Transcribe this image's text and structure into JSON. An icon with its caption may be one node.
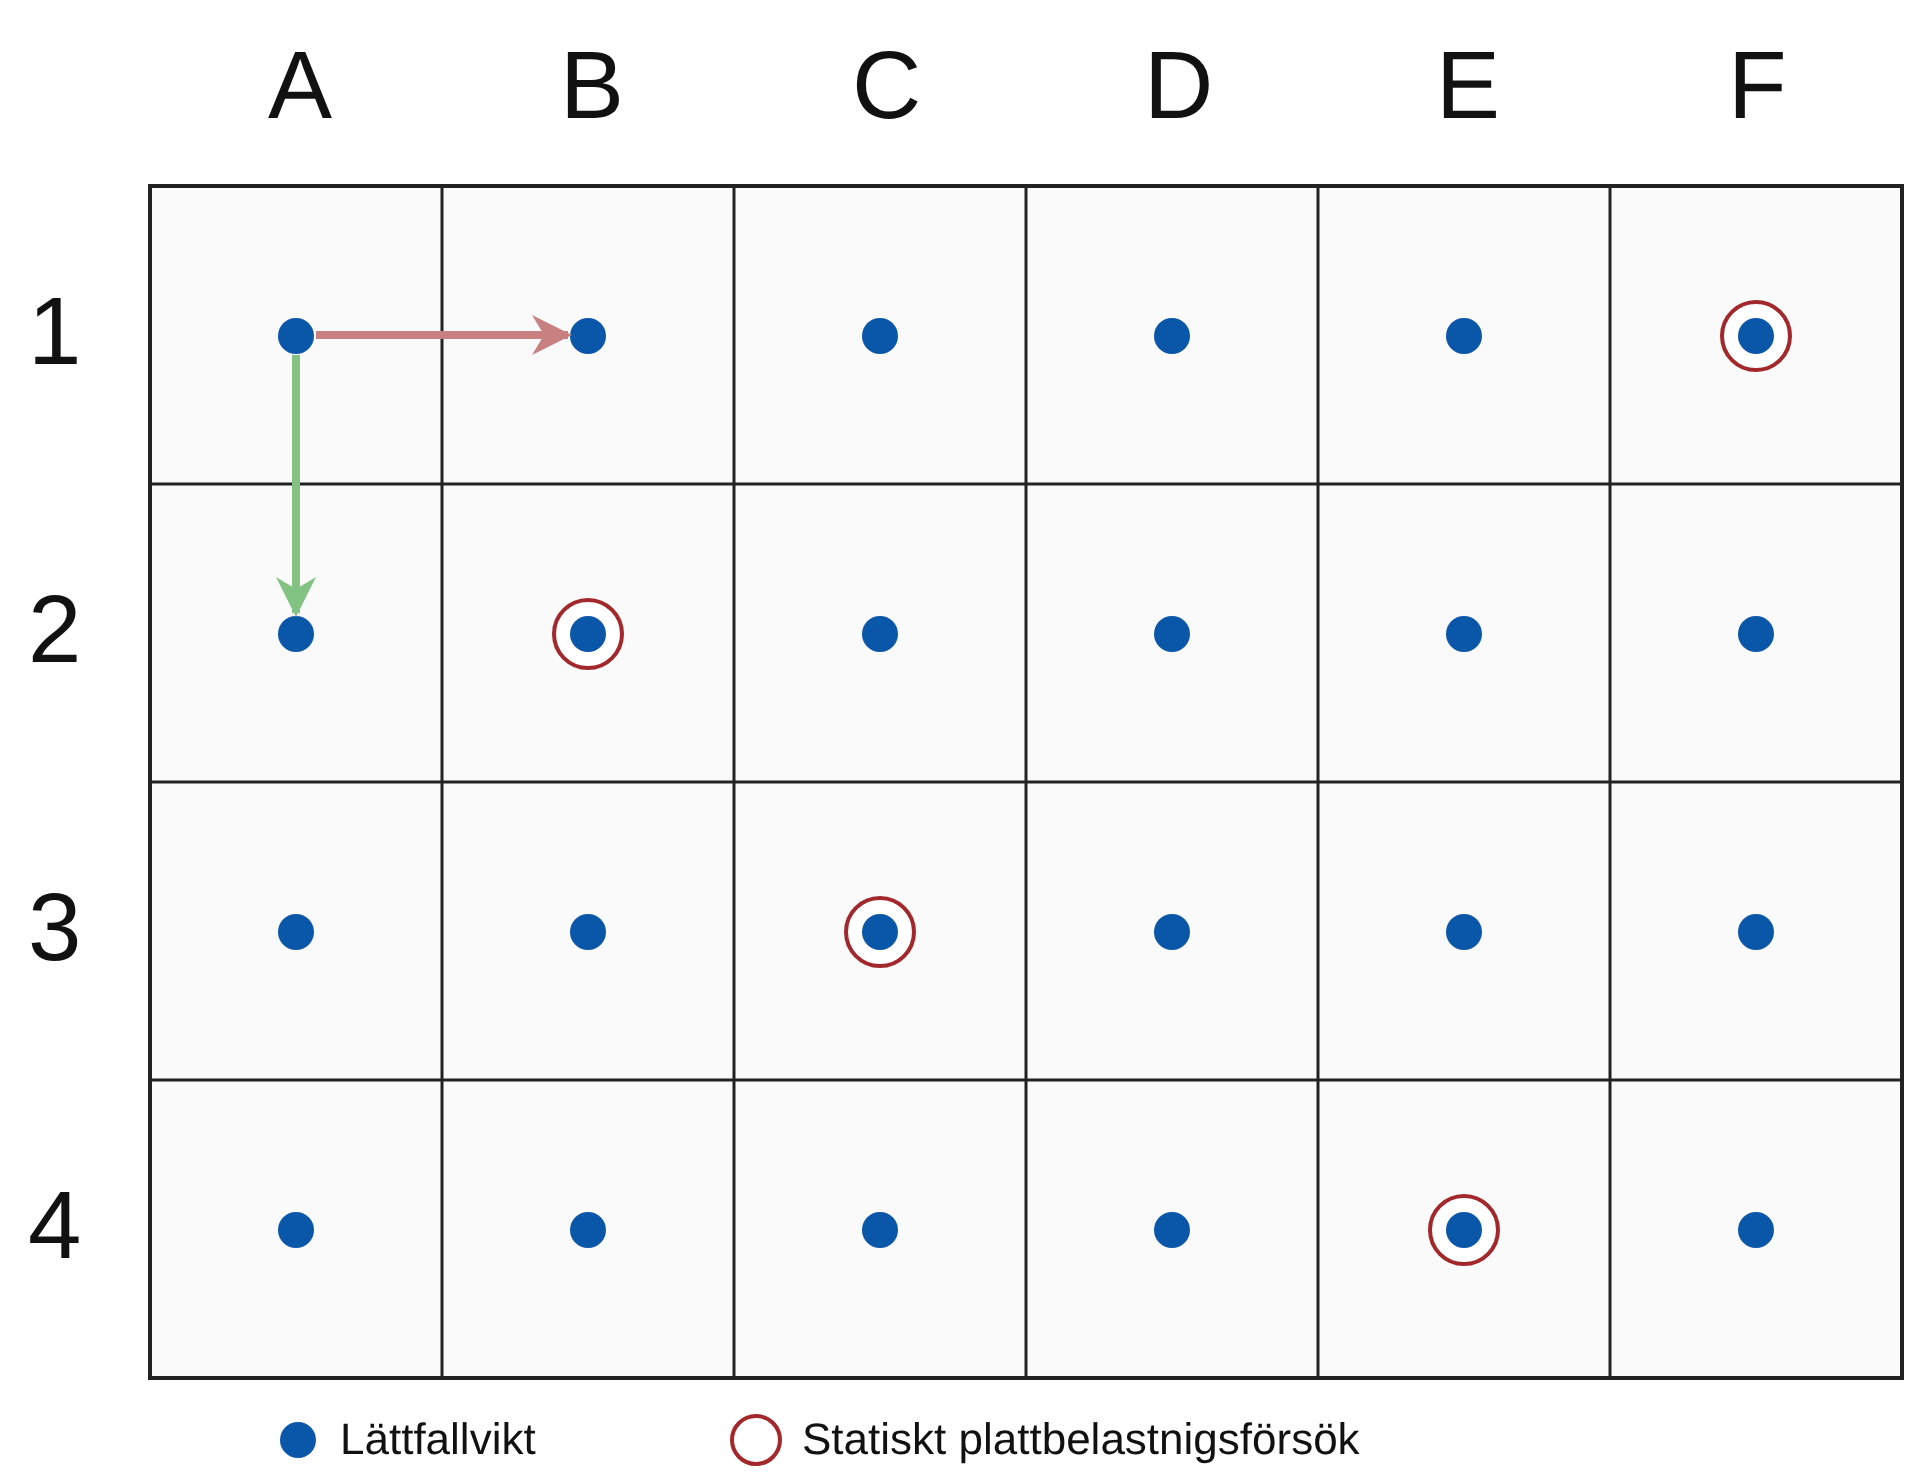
{
  "diagram": {
    "nodes": [
      {
        "text": [],
        "shape": "circle"
      },
      {
        "text": [],
        "shape": "circle"
      },
      {
        "text": [],
        "shape": "circle"
      },
      {
        "text": [],
        "shape": "circle"
      },
      {
        "text": [],
        "shape": "circle"
      },
      {
        "text": [],
        "shape": "circle"
      },
      {
        "text": [],
        "shape": "circle",
        "in": 5
      },
      {
        "text": [],
        "shape": "circle"
      },
      {
        "text": [],
        "shape": "circle"
      },
      {
        "text": [],
        "shape": "circle",
        "in": 8
      },
      {
        "text": [],
        "shape": "circle"
      },
      {
        "text": [],
        "shape": "circle"
      },
      {
        "text": [],
        "shape": "circle"
      },
      {
        "text": [],
        "shape": "circle"
      },
      {
        "text": [],
        "shape": "circle"
      },
      {
        "text": [],
        "shape": "circle"
      },
      {
        "text": [],
        "shape": "circle"
      },
      {
        "text": [],
        "shape": "circle",
        "in": 16
      },
      {
        "text": [],
        "shape": "circle"
      },
      {
        "text": [],
        "shape": "circle"
      },
      {
        "text": [],
        "shape": "circle"
      },
      {
        "text": [],
        "shape": "circle"
      },
      {
        "text": [],
        "shape": "circle"
      },
      {
        "text": [],
        "shape": "circle"
      },
      {
        "text": [],
        "shape": "circle"
      },
      {
        "text": [],
        "shape": "circle"
      },
      {
        "text": [],
        "shape": "circle",
        "in": 25
      },
      {
        "text": [],
        "shape": "circle"
      }
    ],
    "edges": [
      {
        "from": 0,
        "to": 1,
        "arrow": "to",
        "color": "#c98080"
      },
      {
        "from": 0,
        "to": 7,
        "arrow": "to",
        "color": "#82c282"
      }
    ],
    "labels": [
      "A",
      "B",
      "C",
      "D",
      "E",
      "F",
      "1",
      "2",
      "3",
      "4"
    ],
    "legend": [
      {
        "text": "Lättfallvikt"
      },
      {
        "text": "Statiskt plattbelastnigsförsök"
      }
    ]
  }
}
